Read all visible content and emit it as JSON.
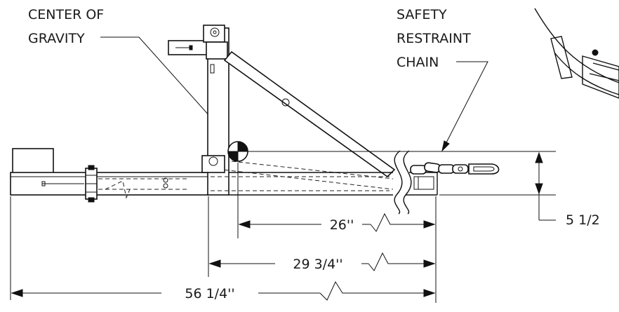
{
  "labels": {
    "center_of_gravity": [
      "CENTER OF",
      "GRAVITY"
    ],
    "safety_restraint_chain": [
      "SAFETY",
      "RESTRAINT",
      "CHAIN"
    ]
  },
  "dimensions": {
    "cg_to_end": "26''",
    "upright_to_end": "29 3/4''",
    "overall_length": "56 1/4''",
    "height": "5 1/2"
  }
}
